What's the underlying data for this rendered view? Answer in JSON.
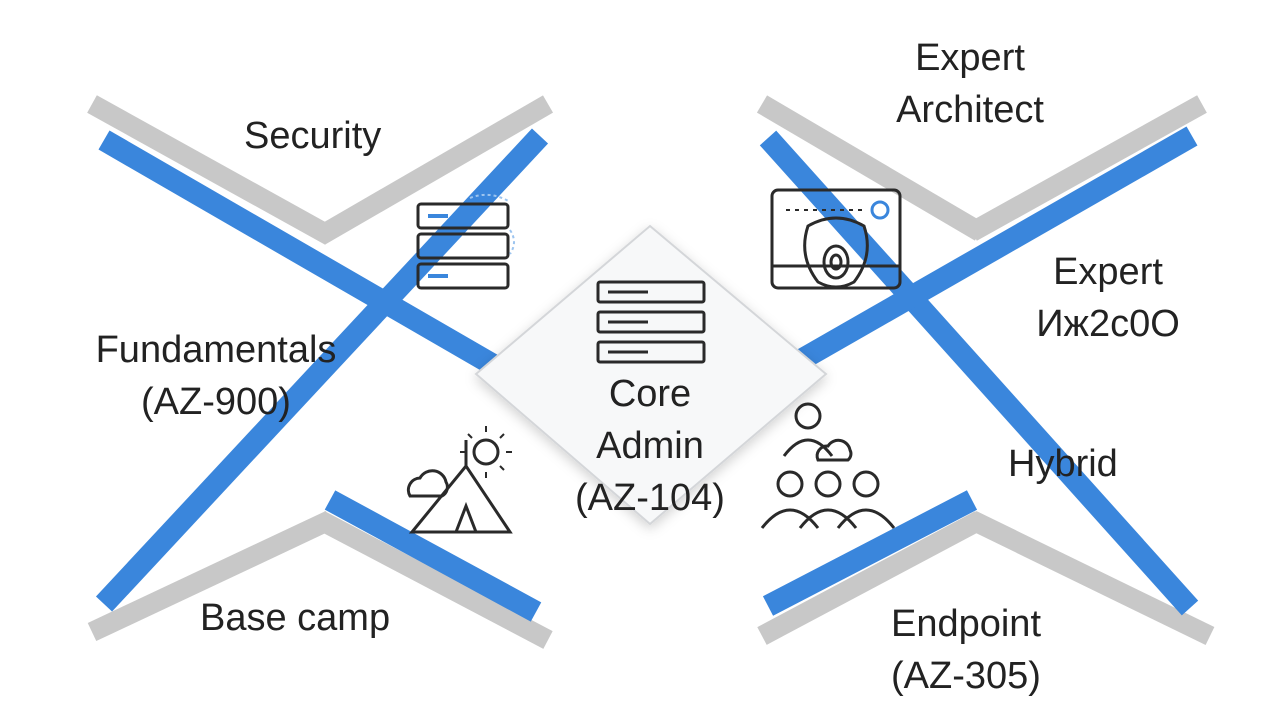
{
  "colors": {
    "accent": "#3a86dc",
    "rail": "#c8c8c8",
    "outline": "#2a2a2a",
    "background": "#ffffff"
  },
  "center": {
    "line1": "Core",
    "line2": "Admin",
    "line3": "(AZ-104)"
  },
  "labels": {
    "security": "Security",
    "fundamentals_line1": "Fundamentals",
    "fundamentals_line2": "(AZ-900)",
    "base_camp": "Base camp",
    "expert_architect_line1": "Expert",
    "expert_architect_line2": "Architect",
    "expert_az_line1": "Expert",
    "expert_az_line2": "Иж2с0О",
    "hybrid": "Hybrid",
    "endpoint_line1": "Endpoint",
    "endpoint_line2": "(AZ-305)"
  },
  "icons": [
    "server-rack-icon",
    "server-stack-icon",
    "camp-tent-icon",
    "monitor-target-icon",
    "people-group-icon"
  ]
}
